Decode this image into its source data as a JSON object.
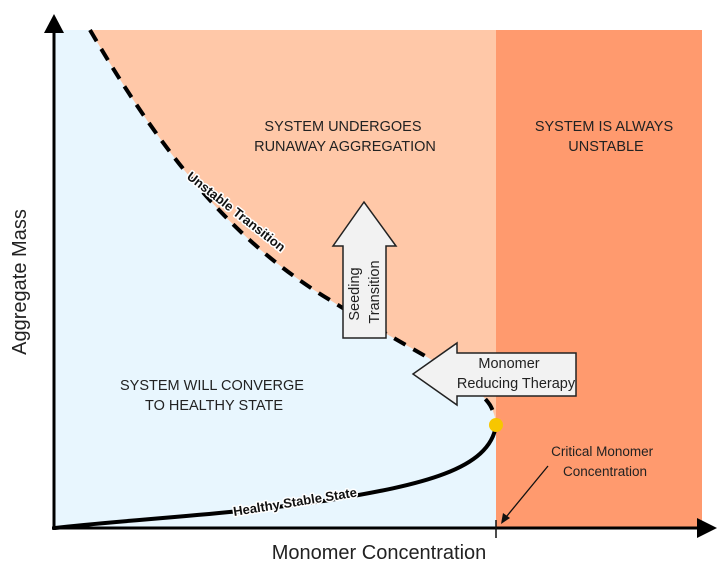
{
  "diagram": {
    "axes": {
      "x_label": "Monomer Concentration",
      "y_label": "Aggregate Mass"
    },
    "regions": {
      "healthy": {
        "label_lines": [
          "SYSTEM WILL CONVERGE",
          "TO HEALTHY STATE"
        ],
        "color": "#e8f6fe"
      },
      "runaway": {
        "label_lines": [
          "SYSTEM UNDERGOES",
          "RUNAWAY AGGREGATION"
        ],
        "color": "#ffc8a8"
      },
      "unstable": {
        "label_lines": [
          "SYSTEM IS ALWAYS",
          "UNSTABLE"
        ],
        "color": "#ff9a6e"
      }
    },
    "curves": {
      "unstable_branch": {
        "label": "Unstable Transition",
        "style": "dashed"
      },
      "stable_branch": {
        "label": "Healthy Stable State",
        "style": "solid"
      }
    },
    "bifurcation_point": {
      "color": "#f7c600"
    },
    "arrows": {
      "seeding": {
        "label_lines": [
          "Seeding",
          "Transition"
        ],
        "direction": "up"
      },
      "therapy": {
        "label_lines": [
          "Monomer",
          "Reducing Therapy"
        ],
        "direction": "left"
      }
    },
    "annotation": {
      "label_lines": [
        "Critical Monomer",
        "Concentration"
      ]
    }
  }
}
